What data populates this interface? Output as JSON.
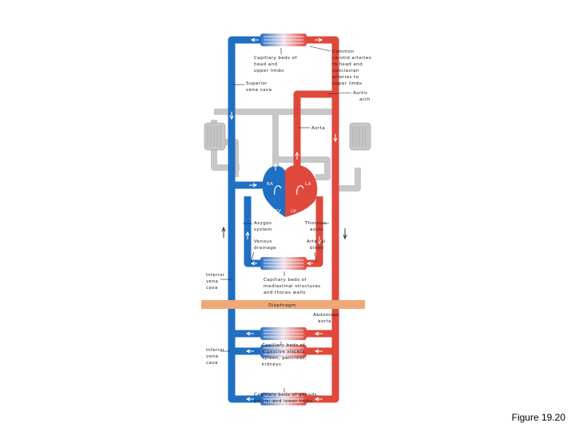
{
  "figure_caption": "Figure 19.20",
  "colors": {
    "venous": "#1f6fc2",
    "arterial": "#e0483c",
    "lung_loop": "#c7c7c7",
    "diaphragm": "#efa878"
  },
  "labels": {
    "capillary_head": [
      "Capillary beds of",
      "head and",
      "upper limbs"
    ],
    "common_carotid": [
      "Common",
      "carotid arteries",
      "to head and",
      "subclavian",
      "arteries to",
      "upper limbs"
    ],
    "superior_vena_cava": [
      "Superior",
      "vena cava"
    ],
    "aortic_arch": [
      "Aortic",
      "arch"
    ],
    "aorta": "Aorta",
    "ra": "RA",
    "la": "LA",
    "rv": "RV",
    "lv": "LV",
    "azygos": [
      "Azygos",
      "system"
    ],
    "thoracic_aorta": [
      "Thoracic",
      "aorta"
    ],
    "venous_drainage": [
      "Venous",
      "drainage"
    ],
    "arterial_blood": [
      "Arterial",
      "blood"
    ],
    "inferior_vena_cava_upper": [
      "Inferior",
      "vena",
      "cava"
    ],
    "capillary_mediastinal": [
      "Capillary beds of",
      "mediastinal structures",
      "and thorax walls"
    ],
    "diaphragm": "Diaphragm",
    "abdominal_aorta": [
      "Abdominal",
      "aorta"
    ],
    "capillary_digestive": [
      "Capillary beds of",
      "digestive viscera,",
      "spleen, pancreas,",
      "kidneys"
    ],
    "inferior_vena_cava_lower": [
      "Inferior",
      "vena",
      "cava"
    ],
    "capillary_gonads": [
      "Capillary beds of gonads,",
      "pelvis, and lower limbs"
    ]
  }
}
